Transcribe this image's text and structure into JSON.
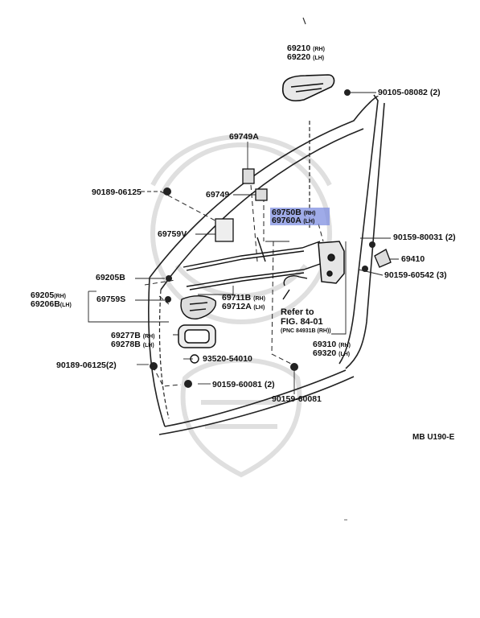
{
  "colors": {
    "highlight": "#7f8fe0",
    "ink": "#111111",
    "watermark": "#dcdcdc"
  },
  "parts": {
    "p69210": "69210",
    "p69210_side": "(RH)",
    "p69220": "69220",
    "p69220_side": "(LH)",
    "p90105": "90105-08082",
    "p90105_qty": "(2)",
    "p69749A": "69749A",
    "p90189a": "90189-06125",
    "p69749": "69749",
    "p69750B": "69750B",
    "p69750B_side": "(RH)",
    "p69760A": "69760A",
    "p69760A_side": "(LH)",
    "p69759V": "69759V",
    "p90159a": "90159-80031",
    "p90159a_qty": "(2)",
    "p69410": "69410",
    "p90159b": "90159-60542",
    "p90159b_qty": "(3)",
    "p69205B": "69205B",
    "p69205": "69205",
    "p69205_side": "(RH)",
    "p69206B": "69206B",
    "p69206B_side": "(LH)",
    "p69759S": "69759S",
    "p69711B": "69711B",
    "p69711B_side": "(RH)",
    "p69712A": "69712A",
    "p69712A_side": "(LH)",
    "refer1": "Refer to",
    "refer2": "FIG. 84-01",
    "refer3": "(PNC 84931B (RH))",
    "p69277B": "69277B",
    "p69277B_side": "(RH)",
    "p69278B": "69278B",
    "p69278B_side": "(LH)",
    "p93520": "93520-54010",
    "p69310": "69310",
    "p69310_side": "(RH)",
    "p69320": "69320",
    "p69320_side": "(LH)",
    "p90189b": "90189-06125",
    "p90189b_qty": "(2)",
    "p90159c": "90159-60081",
    "p90159c_qty": "(2)",
    "p90159d": "90159-60081"
  },
  "diagram_code": "MB U190-E"
}
